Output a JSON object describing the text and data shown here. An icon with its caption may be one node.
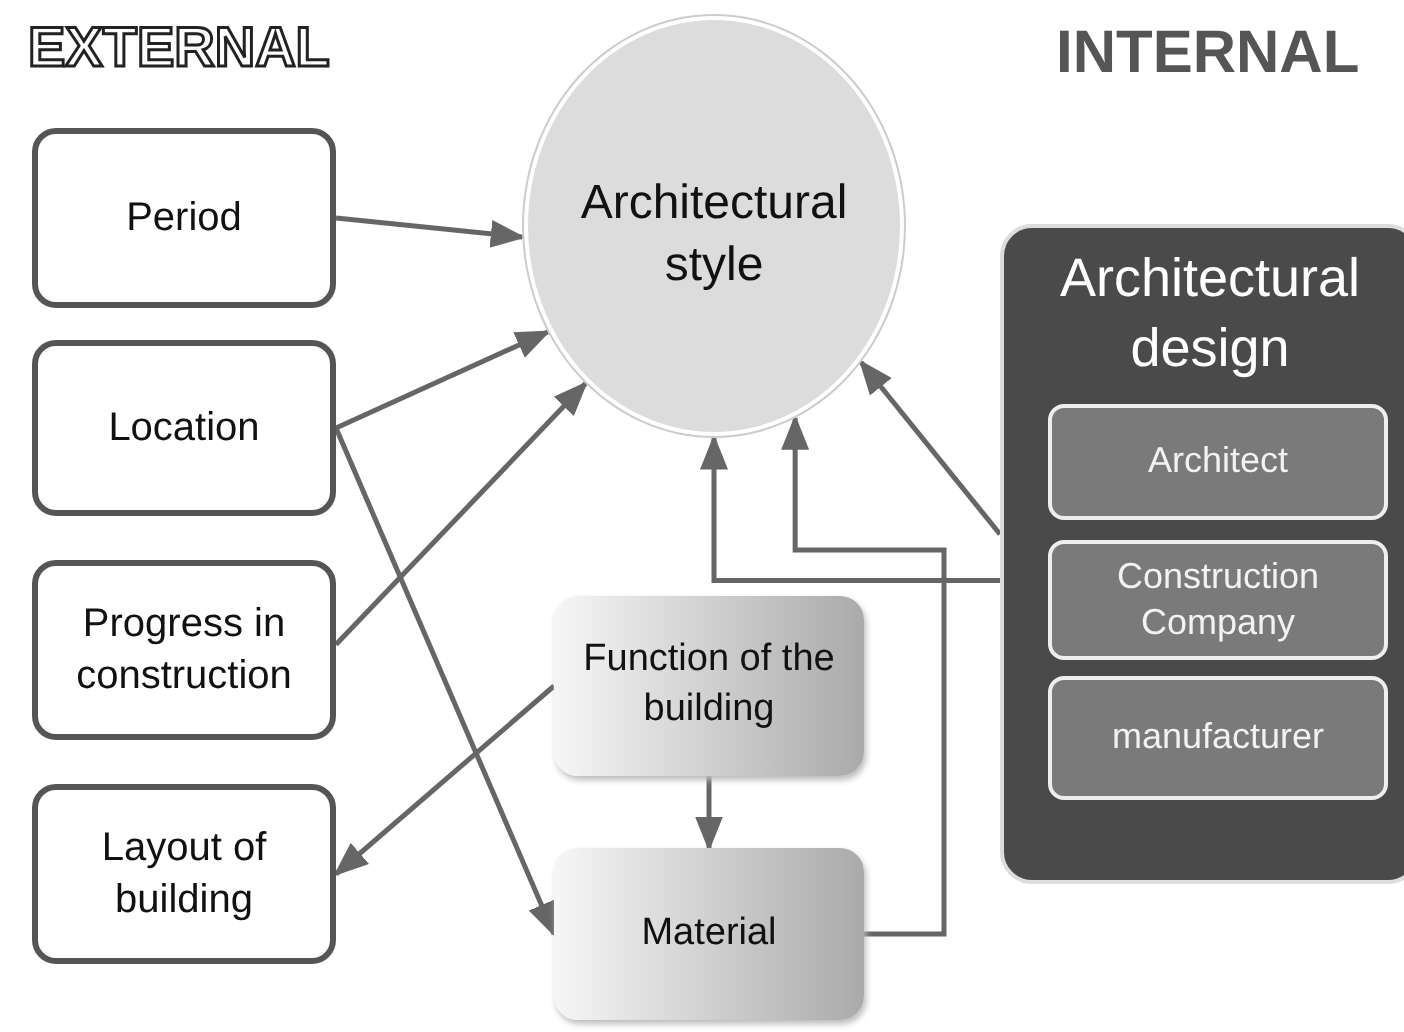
{
  "diagram": {
    "nodes": [
      {
        "text": [
          "Architectural style"
        ]
      },
      {
        "text": [
          "Period"
        ]
      },
      {
        "text": [
          "Location"
        ]
      },
      {
        "text": [
          "Progress in construction"
        ]
      },
      {
        "text": [
          "Layout of building"
        ]
      },
      {
        "text": [
          "Architectural design"
        ]
      },
      {
        "text": [
          "Architect"
        ],
        "in": 5
      },
      {
        "text": [
          "Construction Company"
        ],
        "in": 5
      },
      {
        "text": [
          "manufacturer"
        ],
        "in": 5
      },
      {
        "text": [
          "Function of the building"
        ]
      },
      {
        "text": [
          "Material"
        ]
      }
    ],
    "edges": [
      {
        "from": 1,
        "to": 0,
        "arrow": "to"
      },
      {
        "from": 2,
        "to": 0,
        "arrow": "to"
      },
      {
        "from": 3,
        "to": 0,
        "arrow": "to"
      },
      {
        "from": 2,
        "to": 10,
        "arrow": "to"
      },
      {
        "from": 9,
        "to": 4,
        "arrow": "to"
      },
      {
        "from": 9,
        "to": 10,
        "arrow": "to"
      },
      {
        "from": 5,
        "to": 0,
        "arrow": "to"
      },
      {
        "from": 5,
        "to": 0,
        "arrow": "to"
      },
      {
        "from": 10,
        "to": 0,
        "arrow": "to"
      }
    ],
    "labels": [
      "EXTERNAL",
      "INTERNAL"
    ]
  }
}
